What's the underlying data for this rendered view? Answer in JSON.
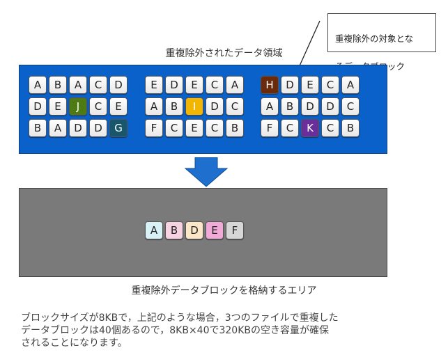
{
  "callout": {
    "line1": "重複除外の対象とな",
    "line2": "るデータブロック"
  },
  "top_title": "重複除外されたデータ領域",
  "groups": [
    {
      "rows": [
        [
          "A",
          "B",
          "A",
          "C",
          "D"
        ],
        [
          "D",
          "E",
          "J",
          "C",
          "E"
        ],
        [
          "B",
          "A",
          "D",
          "D",
          "G"
        ]
      ]
    },
    {
      "rows": [
        [
          "E",
          "D",
          "E",
          "C",
          "A"
        ],
        [
          "A",
          "B",
          "I",
          "D",
          "C"
        ],
        [
          "F",
          "C",
          "E",
          "C",
          "B"
        ]
      ]
    },
    {
      "rows": [
        [
          "H",
          "D",
          "E",
          "C",
          "A"
        ],
        [
          "A",
          "B",
          "D",
          "D",
          "C"
        ],
        [
          "F",
          "C",
          "K",
          "C",
          "B"
        ]
      ]
    }
  ],
  "highlights": {
    "H": "#6b2a0a",
    "J": "#4e7a14",
    "G": "#17566b",
    "I": "#f2b600",
    "K": "#6a2e9a"
  },
  "stored_blocks": [
    {
      "label": "A",
      "color": "#d7f1f7"
    },
    {
      "label": "B",
      "color": "#f7d2e0"
    },
    {
      "label": "D",
      "color": "#fbe6c8"
    },
    {
      "label": "E",
      "color": "#f1a9d8"
    },
    {
      "label": "F",
      "color": "#d6d6d6"
    }
  ],
  "bottom_caption": "重複除外データブロックを格納するエリア",
  "description": [
    "ブロックサイズが8KBで，上記のような場合，3つのファイルで重複した",
    "データブロックは40個あるので，8KB×40で320KBの空き容量が確保",
    "されることになります。"
  ],
  "colors": {
    "top_panel": "#0a61c9",
    "bottom_panel": "#7a7a7a",
    "arrow": "#1f6fcf"
  }
}
